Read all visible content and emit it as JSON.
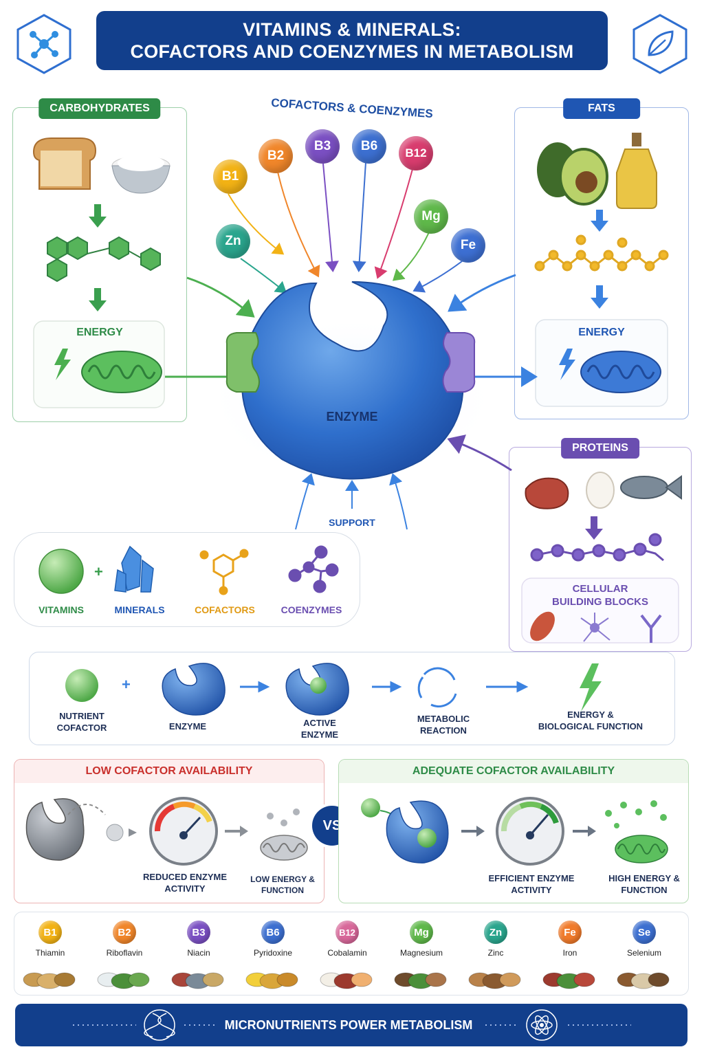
{
  "title": {
    "line1": "VITAMINS & MINERALS:",
    "line2": "COFACTORS AND COENZYMES IN METABOLISM"
  },
  "icons": {
    "left": "molecule-icon",
    "right": "leaf-icon"
  },
  "center": {
    "heading": "COFACTORS & COENZYMES",
    "enzyme": "ENZYME",
    "support": "SUPPORT",
    "cofactors": [
      {
        "label": "B1",
        "color": "#f2b215"
      },
      {
        "label": "B2",
        "color": "#f0862a"
      },
      {
        "label": "B3",
        "color": "#7a4fc2"
      },
      {
        "label": "B6",
        "color": "#3c6fd0"
      },
      {
        "label": "B12",
        "color": "#d83c6e"
      },
      {
        "label": "Mg",
        "color": "#5fb84a"
      },
      {
        "label": "Fe",
        "color": "#3d6fd2"
      },
      {
        "label": "Zn",
        "color": "#2aa58d"
      }
    ]
  },
  "carbs": {
    "label": "CARBOHYDRATES",
    "energy": "ENERGY",
    "color": "#2e8b47"
  },
  "fats": {
    "label": "FATS",
    "energy": "ENERGY",
    "color": "#1f56b3"
  },
  "proteins": {
    "label": "PROTEINS",
    "blocks_line1": "CELLULAR",
    "blocks_line2": "BUILDING BLOCKS",
    "color": "#6a4eb0"
  },
  "legend": [
    "VITAMINS",
    "MINERALS",
    "COFACTORS",
    "COENZYMES"
  ],
  "legend_plus": "+",
  "flow": {
    "plus": "+",
    "steps": [
      {
        "line1": "NUTRIENT",
        "line2": "COFACTOR"
      },
      {
        "line1": "ENZYME",
        "line2": ""
      },
      {
        "line1": "ACTIVE",
        "line2": "ENZYME"
      },
      {
        "line1": "METABOLIC",
        "line2": "REACTION"
      },
      {
        "line1": "ENERGY &",
        "line2": "BIOLOGICAL FUNCTION"
      }
    ]
  },
  "low": {
    "title": "LOW COFACTOR AVAILABILITY",
    "activity_line1": "REDUCED ENZYME",
    "activity_line2": "ACTIVITY",
    "result_line1": "LOW ENERGY &",
    "result_line2": "FUNCTION"
  },
  "vs": "VS",
  "high": {
    "title": "ADEQUATE COFACTOR AVAILABILITY",
    "activity_line1": "EFFICIENT ENZYME",
    "activity_line2": "ACTIVITY",
    "result_line1": "HIGH ENERGY &",
    "result_line2": "FUNCTION"
  },
  "nutrients": [
    {
      "sym": "B1",
      "name": "Thiamin",
      "color": "#f2b215"
    },
    {
      "sym": "B2",
      "name": "Riboflavin",
      "color": "#f0862a"
    },
    {
      "sym": "B3",
      "name": "Niacin",
      "color": "#7a4fc2"
    },
    {
      "sym": "B6",
      "name": "Pyridoxine",
      "color": "#3c6fd0"
    },
    {
      "sym": "B12",
      "name": "Cobalamin",
      "color": "#d8689a"
    },
    {
      "sym": "Mg",
      "name": "Magnesium",
      "color": "#5fb84a"
    },
    {
      "sym": "Zn",
      "name": "Zinc",
      "color": "#2aa58d"
    },
    {
      "sym": "Fe",
      "name": "Iron",
      "color": "#f07a2a"
    },
    {
      "sym": "Se",
      "name": "Selenium",
      "color": "#3c6fd0"
    }
  ],
  "footer": "MICRONUTRIENTS POWER METABOLISM"
}
